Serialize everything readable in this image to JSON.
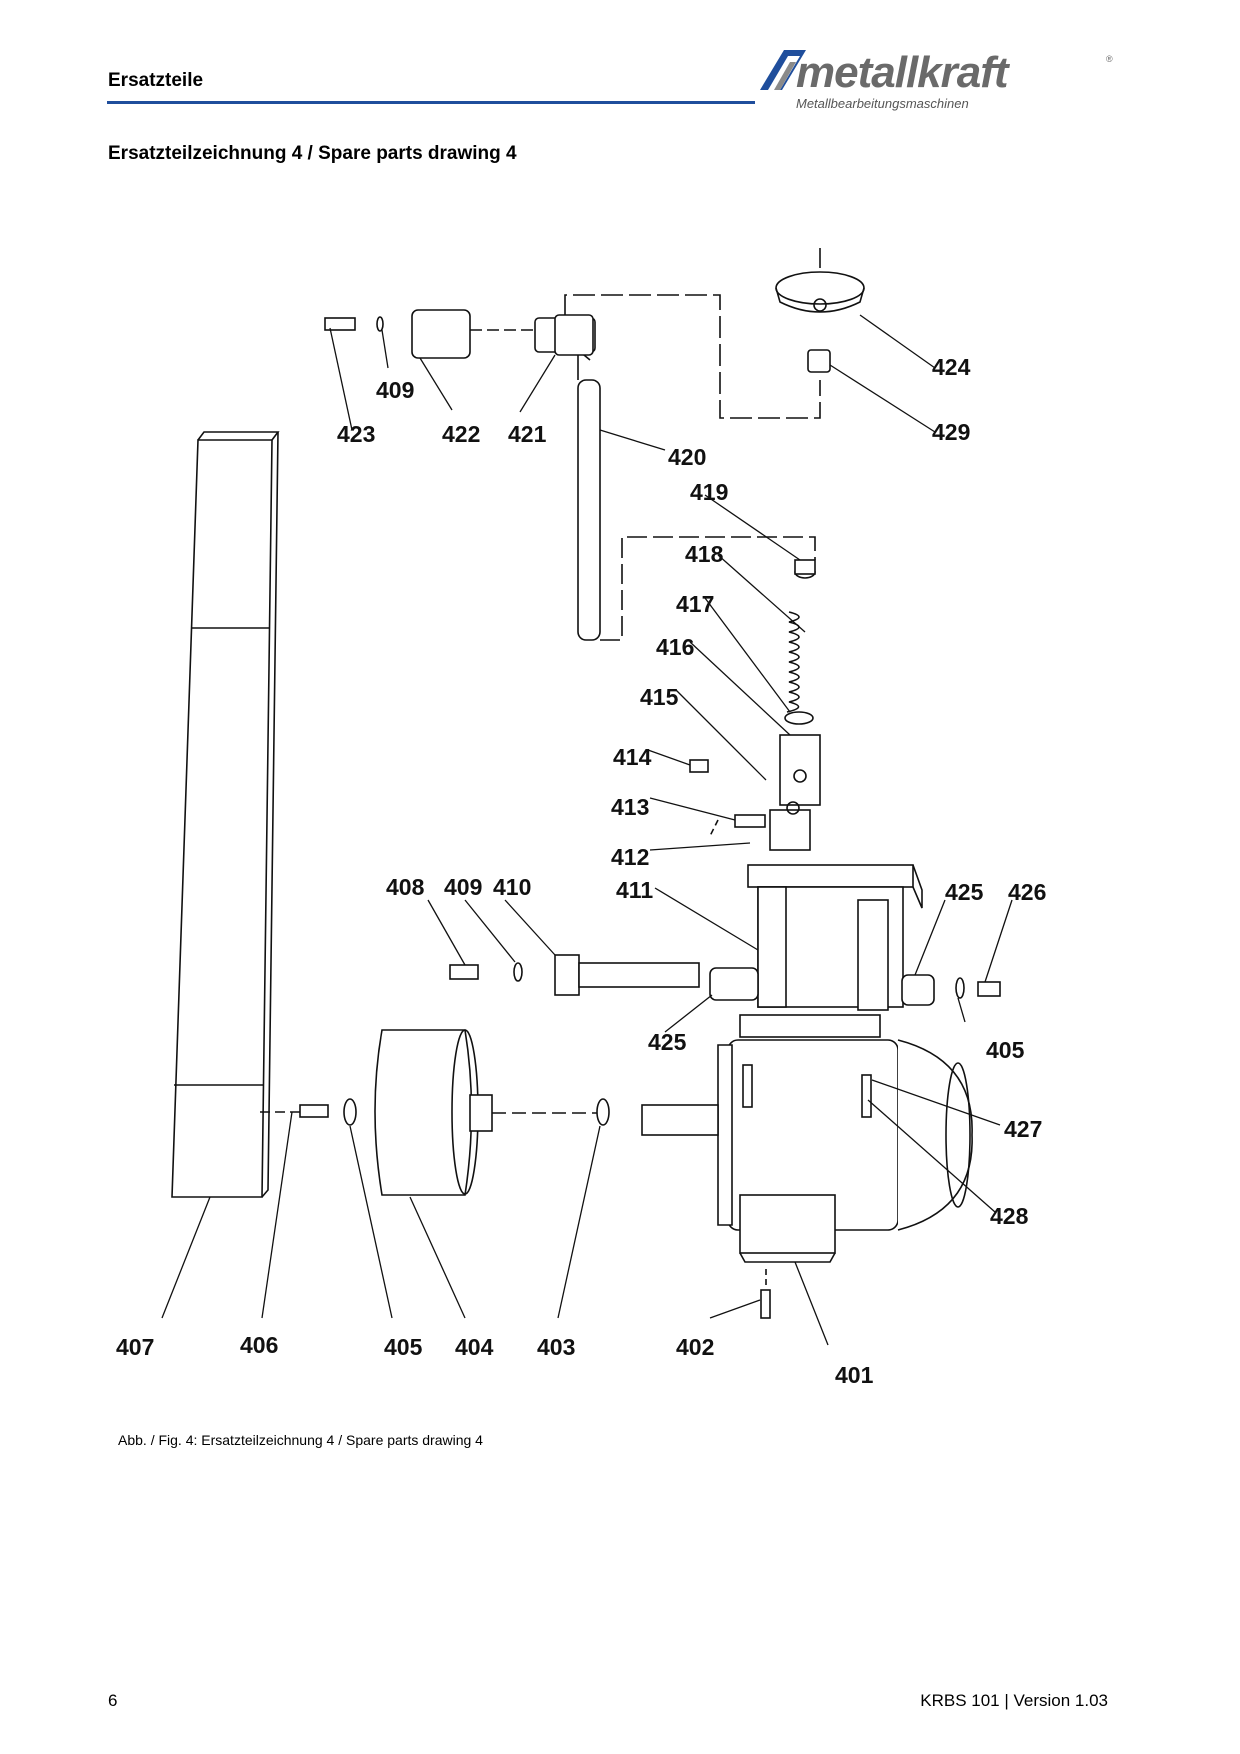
{
  "header": {
    "title": "Ersatzteile",
    "logo": {
      "name": "metallkraft",
      "tagline": "Metallbearbeitungsmaschinen",
      "registered": "®"
    }
  },
  "section_title": "Ersatzteilzeichnung 4 / Spare parts drawing 4",
  "callouts": {
    "p401": "401",
    "p402": "402",
    "p403": "403",
    "p404": "404",
    "p405a": "405",
    "p405b": "405",
    "p406": "406",
    "p407": "407",
    "p408": "408",
    "p409a": "409",
    "p409b": "409",
    "p410": "410",
    "p411": "411",
    "p412": "412",
    "p413": "413",
    "p414": "414",
    "p415": "415",
    "p416": "416",
    "p417": "417",
    "p418": "418",
    "p419": "419",
    "p420": "420",
    "p421": "421",
    "p422": "422",
    "p423": "423",
    "p424": "424",
    "p425a": "425",
    "p425b": "425",
    "p426": "426",
    "p427": "427",
    "p428": "428",
    "p429": "429"
  },
  "caption": "Abb. / Fig. 4: Ersatzteilzeichnung 4 / Spare parts drawing 4",
  "footer": {
    "page_number": "6",
    "doc_id": "KRBS 101 | Version 1.03"
  },
  "colors": {
    "rule": "#1f4e9c",
    "logo_gray": "#6a6a6a",
    "logo_blue": "#1f4e9c"
  }
}
